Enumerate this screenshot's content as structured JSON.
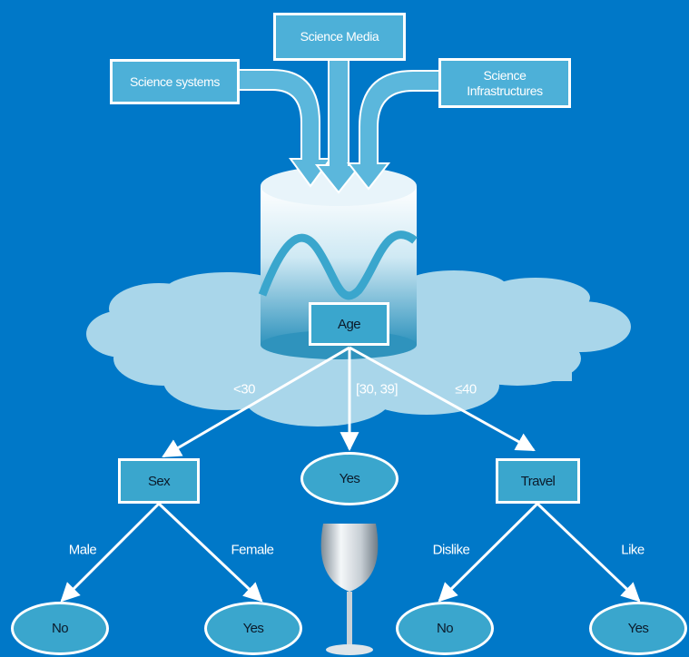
{
  "sources": {
    "systems": "Science systems",
    "media": "Science Media",
    "infrastructures_line1": "Science",
    "infrastructures_line2": "Infrastructures"
  },
  "root": {
    "label": "Age"
  },
  "age_branches": {
    "left": "<30",
    "middle": "[30, 39]",
    "right": "≤40"
  },
  "level1": {
    "sex": "Sex",
    "yes": "Yes",
    "travel": "Travel"
  },
  "sex_branches": {
    "left": "Male",
    "right": "Female"
  },
  "travel_branches": {
    "left": "Dislike",
    "right": "Like"
  },
  "leaves": {
    "sex_male": "No",
    "sex_female": "Yes",
    "travel_dislike": "No",
    "travel_like": "Yes"
  },
  "colors": {
    "background": "#0078c8",
    "box_fill": "#3aa6cd",
    "source_fill": "#4db0d8",
    "cloud": "#a9d6ea",
    "arrow_fill": "#5bb7dc",
    "line": "#ffffff"
  },
  "icons": {
    "database": "database-cylinder-icon",
    "glass": "wine-glass-icon",
    "cloud": "data-cloud-icon"
  }
}
